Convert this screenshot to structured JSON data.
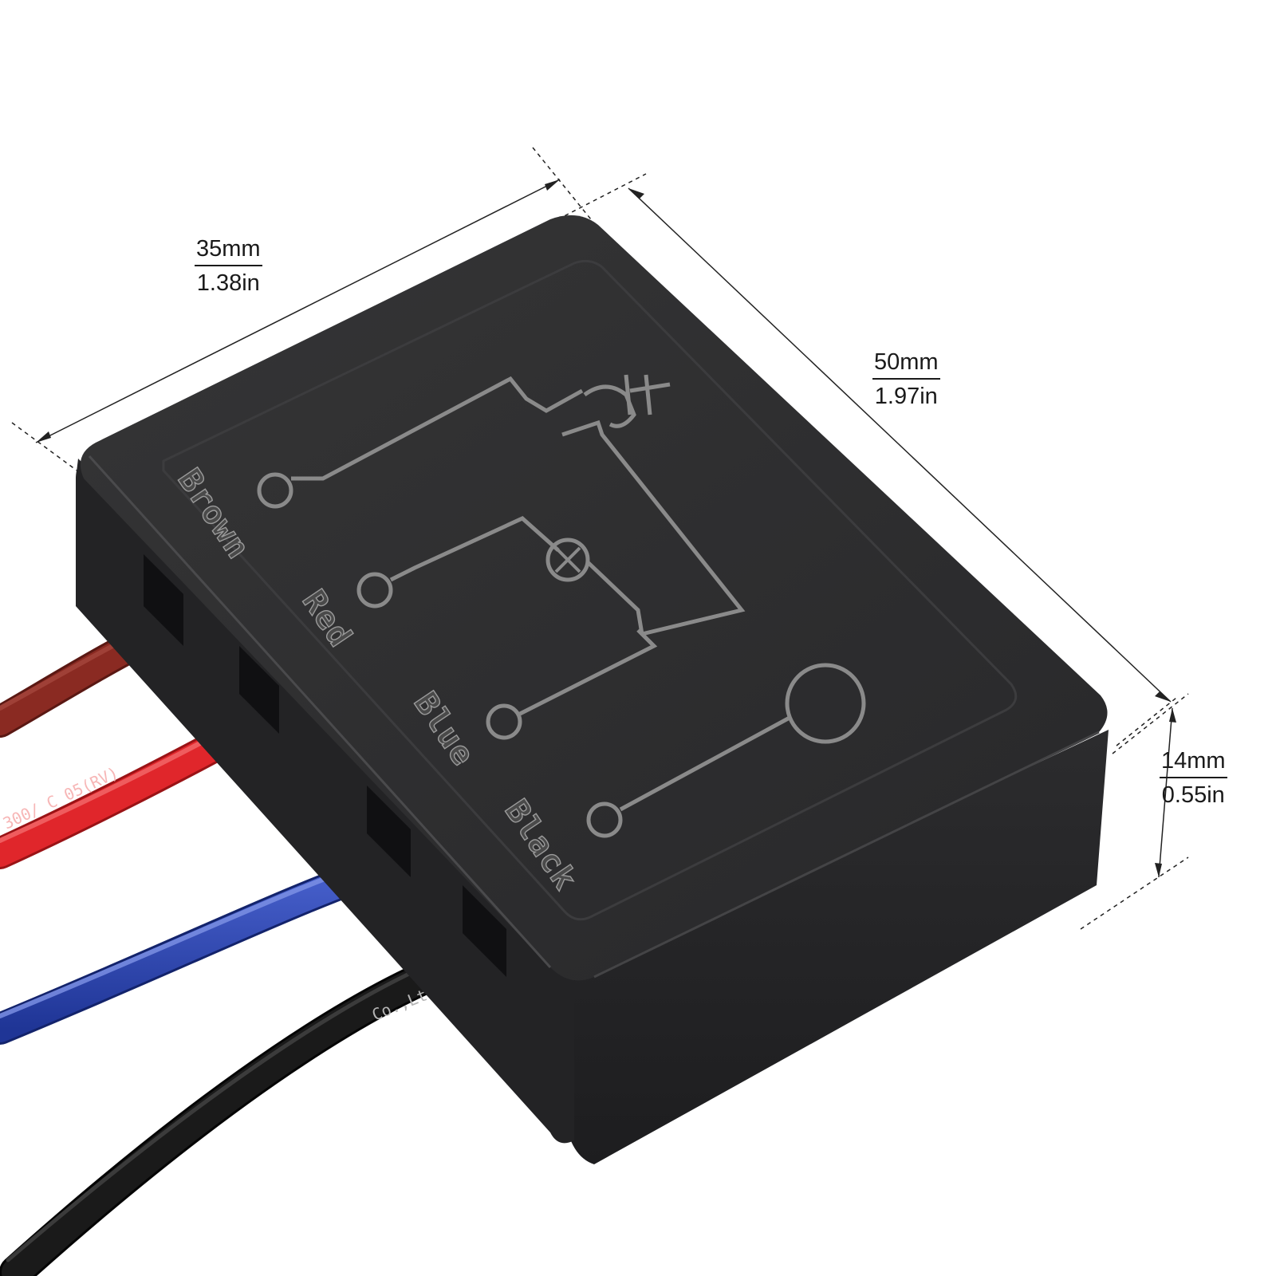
{
  "dimensions": {
    "length": {
      "mm": "35mm",
      "inch": "1.38in"
    },
    "width": {
      "mm": "50mm",
      "inch": "1.97in"
    },
    "height": {
      "mm": "14mm",
      "inch": "0.55in"
    }
  },
  "wire_labels": [
    "Brown",
    "Red",
    "Blue",
    "Black"
  ],
  "wire_prints": {
    "red": "300/ C 05(RV)",
    "black": "Co.,Ltd."
  },
  "colors": {
    "body": "#2a2a2b",
    "trace": "#8a8a8a",
    "wire_brown": "#8a2a22",
    "wire_red": "#e0262b",
    "wire_blue": "#2b47b5",
    "wire_black": "#1a1a1a"
  },
  "icons": [
    "bulb-icon",
    "plug-icon"
  ]
}
